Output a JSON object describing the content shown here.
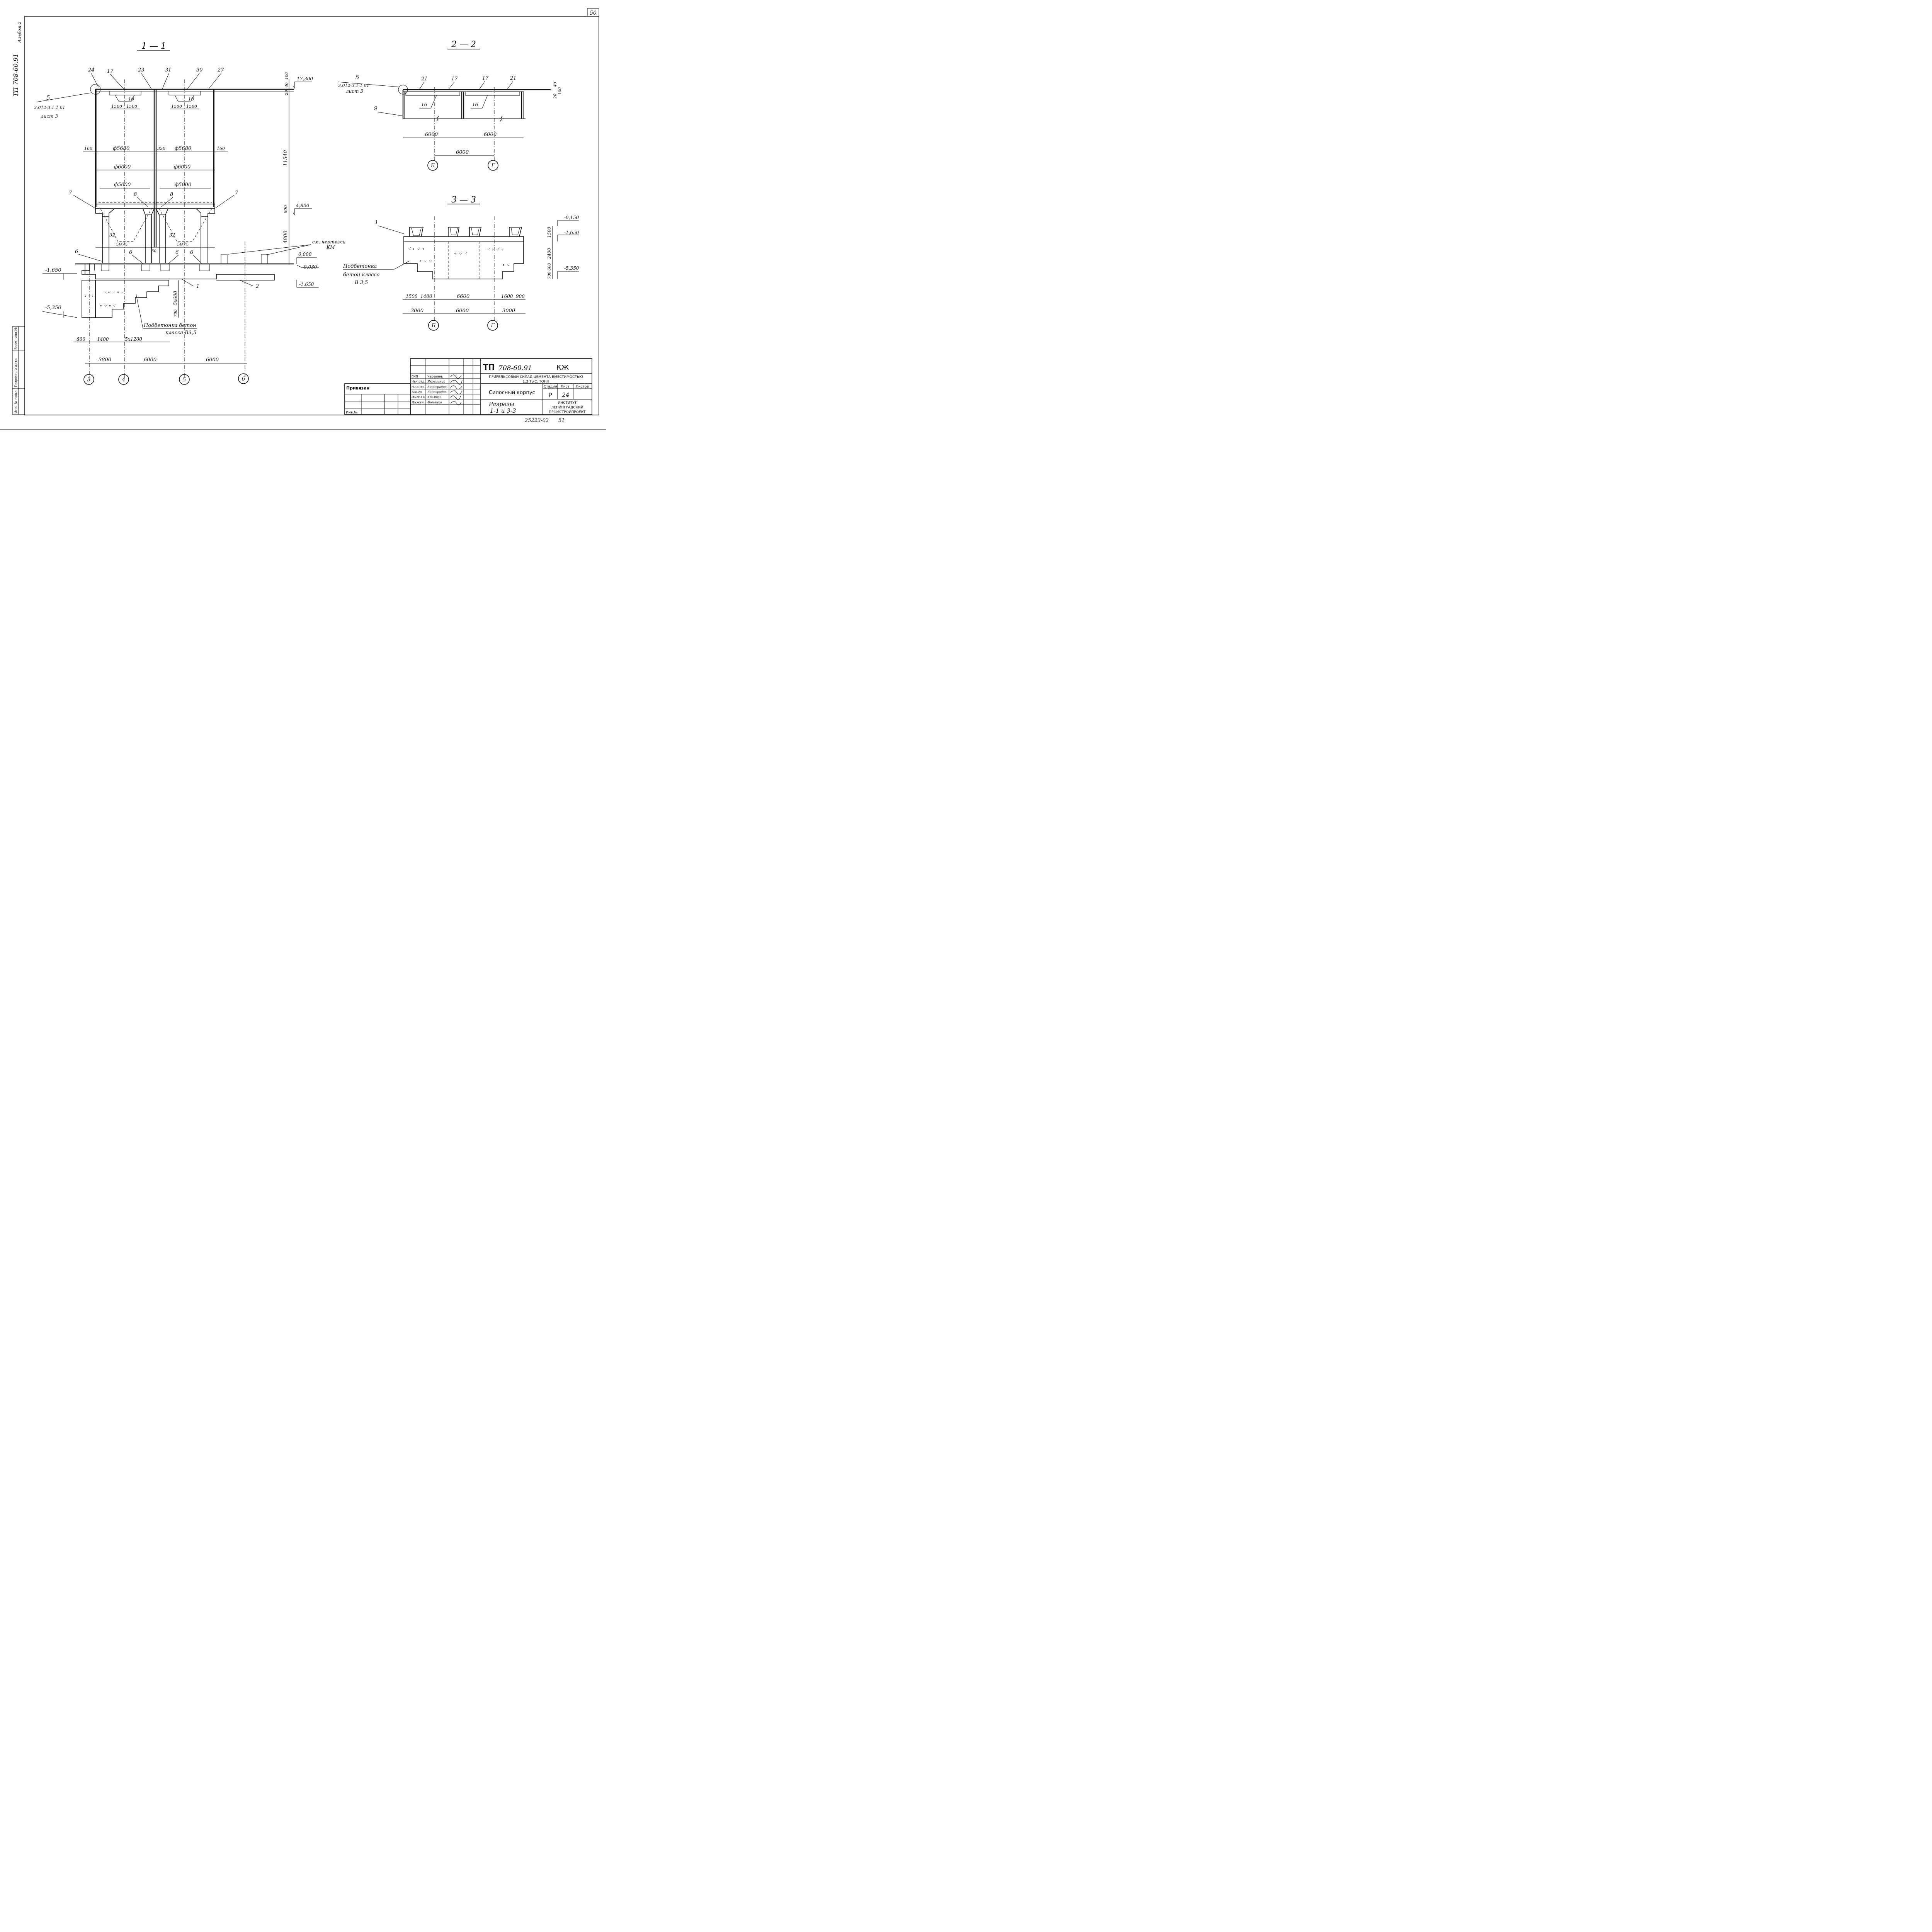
{
  "sheet": {
    "page_number": "50",
    "side_code": "ТП 708-60.91",
    "side_album": "Альбом 2",
    "bottom_code": "25223-02",
    "bottom_page": "51",
    "left_stamp": [
      "Инв. № подл",
      "Подпись и дата",
      "Взам. инв.№"
    ]
  },
  "section_1_1": {
    "title": "1 — 1",
    "callouts": [
      "24",
      "17",
      "23",
      "31",
      "30",
      "27"
    ],
    "ref_num": "5",
    "ref_doc": "3.012-3.1.1 01",
    "ref_sheet": "лист 3",
    "beam_mark": "16",
    "beam_dims": [
      "1500",
      "1500",
      "1500",
      "1500"
    ],
    "row_dims": [
      "160",
      "ф5680",
      "320",
      "ф5680",
      "160"
    ],
    "dia_outer": [
      "ф6000",
      "ф6000"
    ],
    "dia_hopper": [
      "ф5000",
      "ф5000"
    ],
    "column_marks": [
      "7",
      "8",
      "8",
      "7"
    ],
    "hopper_marks": [
      "32",
      "32"
    ],
    "hopper_dims": [
      "5975",
      "50",
      "5975"
    ],
    "footing_marks": [
      "6",
      "6",
      "6",
      "6"
    ],
    "foundation_marks": [
      "1",
      "2"
    ],
    "see_note": [
      "см. чертежи",
      "КМ"
    ],
    "elevations": [
      "17,300",
      "4,800",
      "0,000",
      "-0,030",
      "-1,650",
      "-1,650",
      "-5,350"
    ],
    "height_dims": [
      "100",
      "40",
      "20",
      "11540",
      "800",
      "4800",
      "5х600",
      "700"
    ],
    "concrete_note": [
      "Подбетонка  бетон",
      "класса В3,5"
    ],
    "bottom_dims_1": [
      "800",
      "1400",
      "5х1200"
    ],
    "bottom_dims_2": [
      "3800",
      "6000",
      "6000"
    ],
    "axes": [
      "3",
      "4",
      "5",
      "6"
    ]
  },
  "section_2_2": {
    "title": "2 — 2",
    "ref_num": "5",
    "ref_doc": "3.012-3.1.1 01",
    "ref_sheet": "лист 3",
    "callouts": [
      "21",
      "17",
      "17",
      "21"
    ],
    "beam_marks": [
      "16",
      "16"
    ],
    "wall_mark": "9",
    "dims": [
      "6000",
      "6000",
      "6000"
    ],
    "height_dims": [
      "40",
      "100",
      "20"
    ],
    "axes": [
      "Б",
      "Г"
    ]
  },
  "section_3_3": {
    "title": "3 — 3",
    "mark": "1",
    "elevations": [
      "-0,150",
      "-1,650",
      "-5,350"
    ],
    "height_dims": [
      "1500",
      "2400",
      "600",
      "700"
    ],
    "concrete_note": [
      "Подбетонка",
      "бетон класса",
      "В 3,5"
    ],
    "dims_1": [
      "1500",
      "1400",
      "6600",
      "1600",
      "900"
    ],
    "dims_2": [
      "3000",
      "6000",
      "3000"
    ],
    "axes": [
      "Б",
      "Г"
    ]
  },
  "title_block": {
    "code": "ТП",
    "code_hw": "708-60.91",
    "mark": "КЖ",
    "project": "ПРИРЕЛЬСОВЫЙ СКЛАД ЦЕМЕНТА ВМЕСТИМОСТЬЮ",
    "capacity": "1,3 ТЫС. ТОНН",
    "building": "Силосный корпус",
    "sheet_title": "Разрезы",
    "sheet_sub": "1-1 и 3-3",
    "stage_label": "Стадия",
    "sheet_label": "Лист",
    "sheets_label": "Листов",
    "stage": "Р",
    "sheet_no": "24",
    "institute": [
      "ИНСТИТУТ",
      "ЛЕНИНГРАДСКИЙ",
      "ПРОМСТРОЙПРОЕКТ"
    ],
    "privyazan": "Привязан",
    "inv": "Инв.№",
    "roles": [
      "ГИП",
      "Нач.отд.",
      "Н.контр.",
      "Зав.гр.",
      "Инж.I к",
      "Инжен."
    ],
    "names": [
      "Черевань",
      "Яковицкий",
      "Виноградов",
      "Виноградов",
      "Храмова",
      "Фоменко"
    ]
  }
}
